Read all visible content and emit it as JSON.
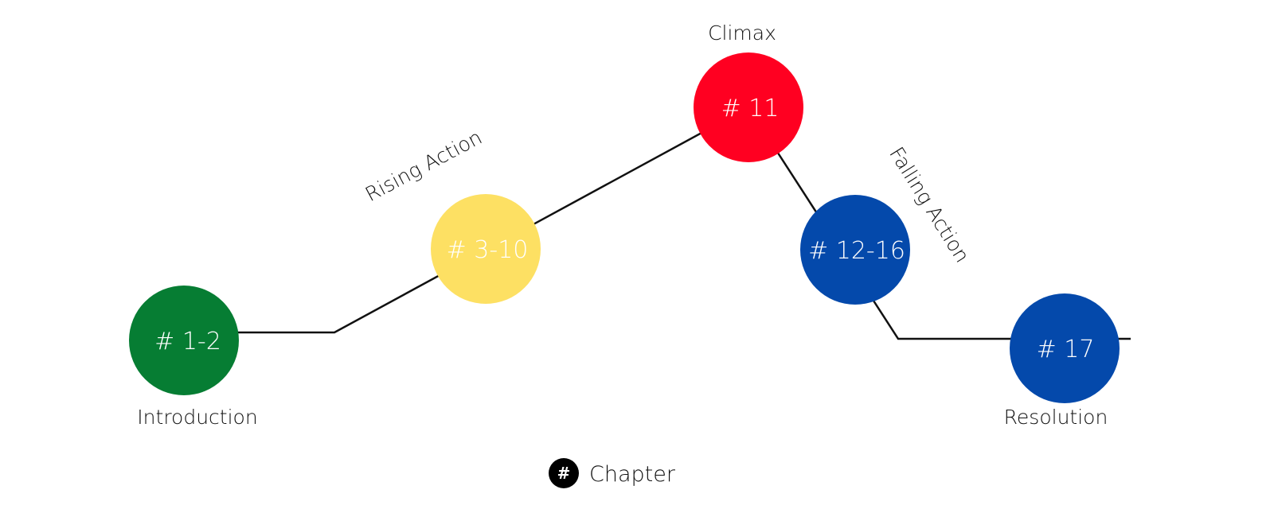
{
  "diagram": {
    "nodes": [
      {
        "id": "introduction",
        "label": "# 1-2",
        "color": "#067d33"
      },
      {
        "id": "rising",
        "label": "# 3-10",
        "color": "#fde063"
      },
      {
        "id": "climax",
        "label": "# 11",
        "color": "#ff0021"
      },
      {
        "id": "falling",
        "label": "# 12-16",
        "color": "#0449ab"
      },
      {
        "id": "resolution",
        "label": "# 17",
        "color": "#0449ab"
      }
    ],
    "stages": {
      "introduction": "Introduction",
      "rising": "Rising Action",
      "climax": "Climax",
      "falling": "Falling Action",
      "resolution": "Resolution"
    },
    "line_color": "#111111"
  },
  "legend": {
    "symbol": "#",
    "label": "Chapter",
    "symbol_color": "#000000"
  }
}
